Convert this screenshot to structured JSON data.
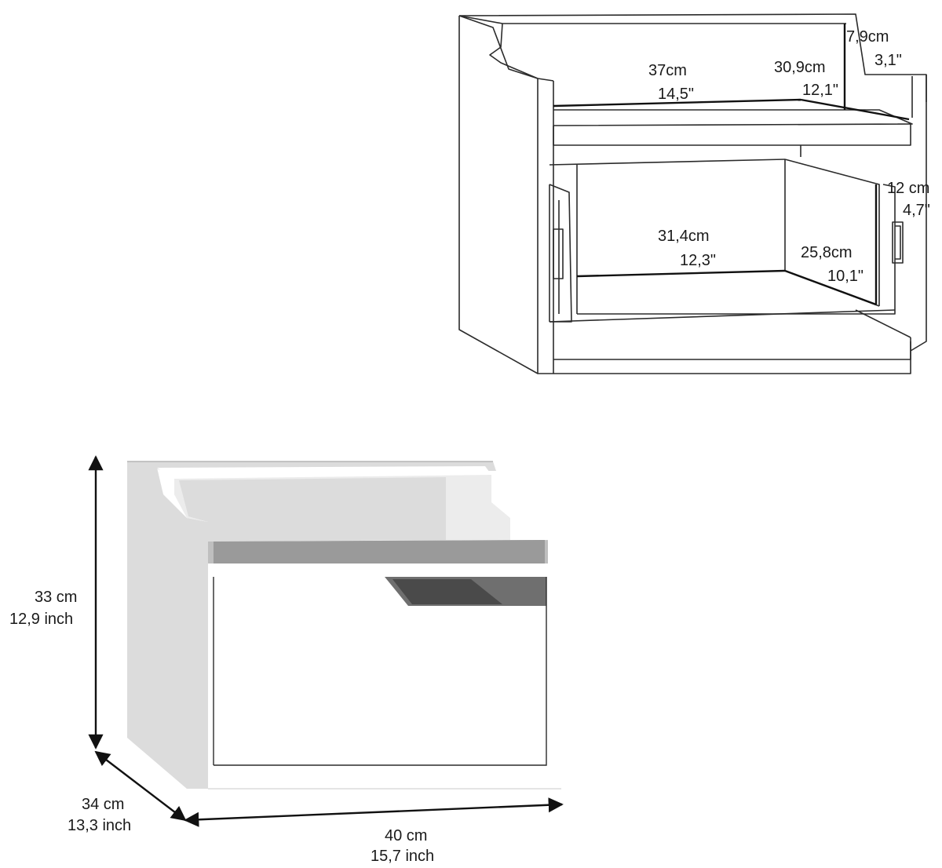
{
  "top_view": {
    "shelf_width_cm": "37cm",
    "shelf_width_in": "14,5\"",
    "shelf_depth_cm": "30,9cm",
    "shelf_depth_in": "12,1\"",
    "shelf_height_cm": "7,9cm",
    "shelf_height_in": "3,1\"",
    "drawer_width_cm": "31,4cm",
    "drawer_width_in": "12,3\"",
    "drawer_depth_cm": "25,8cm",
    "drawer_depth_in": "10,1\"",
    "drawer_height_cm": "12 cm",
    "drawer_height_in": "4,7\""
  },
  "bottom_view": {
    "height_cm": "33 cm",
    "height_in": "12,9 inch",
    "depth_cm": "34 cm",
    "depth_in": "13,3 inch",
    "width_cm": "40 cm",
    "width_in": "15,7 inch"
  }
}
